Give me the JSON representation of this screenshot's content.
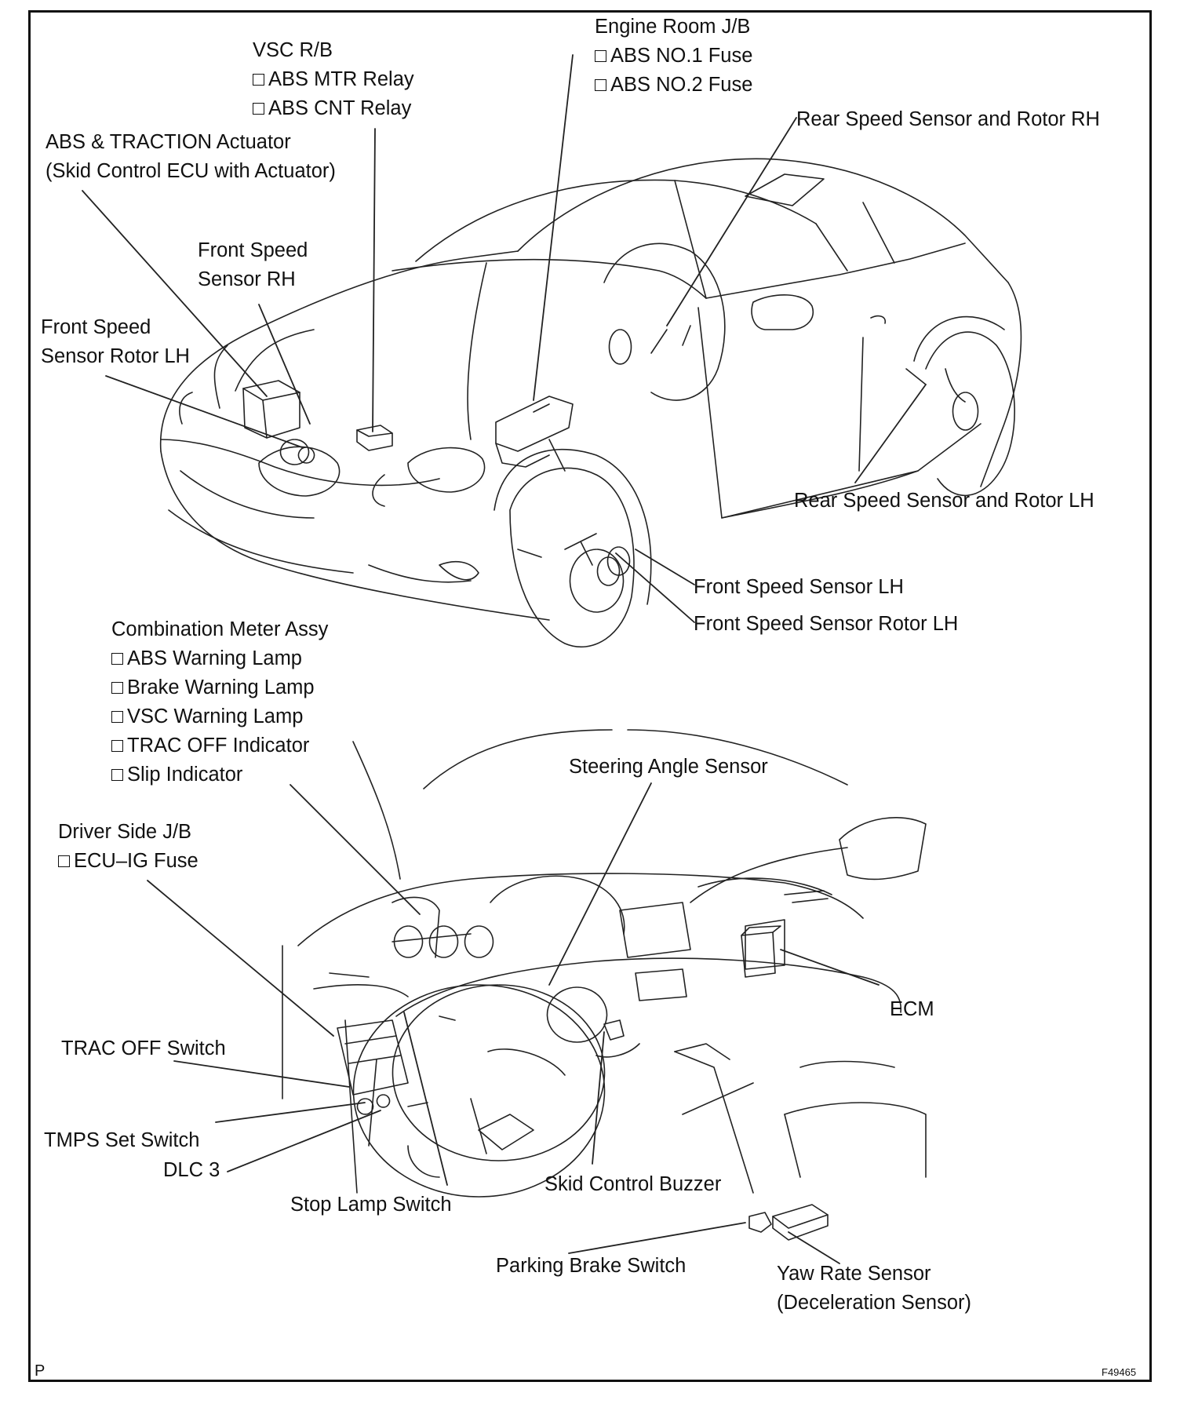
{
  "labels": {
    "vsc_rb": {
      "title": "VSC R/B",
      "items": [
        "ABS MTR Relay",
        "ABS CNT Relay"
      ]
    },
    "abs_actuator": {
      "lines": [
        "ABS & TRACTION Actuator",
        "(Skid Control ECU with Actuator)"
      ]
    },
    "engine_room_jb": {
      "title": "Engine Room J/B",
      "items": [
        "ABS NO.1 Fuse",
        "ABS NO.2 Fuse"
      ]
    },
    "rear_rh": "Rear Speed Sensor and Rotor RH",
    "front_rh": {
      "lines": [
        "Front Speed",
        "Sensor RH"
      ]
    },
    "front_rotor_lh_top": {
      "lines": [
        "Front Speed",
        "Sensor Rotor LH"
      ]
    },
    "rear_lh": "Rear Speed Sensor and Rotor LH",
    "front_lh": "Front Speed Sensor LH",
    "front_rotor_lh": "Front Speed Sensor Rotor LH",
    "combination_meter": {
      "title": "Combination Meter Assy",
      "items": [
        "ABS Warning Lamp",
        "Brake Warning Lamp",
        "VSC Warning Lamp",
        "TRAC OFF Indicator",
        "Slip Indicator"
      ]
    },
    "steering_angle": "Steering Angle Sensor",
    "driver_jb": {
      "title": "Driver Side J/B",
      "items": [
        "ECU–IG Fuse"
      ]
    },
    "ecm": "ECM",
    "trac_off": "TRAC OFF Switch",
    "tmps": "TMPS Set Switch",
    "dlc3": "DLC 3",
    "skid_buzzer": "Skid Control Buzzer",
    "stop_lamp": "Stop Lamp Switch",
    "parking_brake": "Parking Brake Switch",
    "yaw_rate": {
      "lines": [
        "Yaw Rate Sensor",
        "(Deceleration Sensor)"
      ]
    }
  },
  "corner_mark": "P",
  "figure_id": "F49465"
}
